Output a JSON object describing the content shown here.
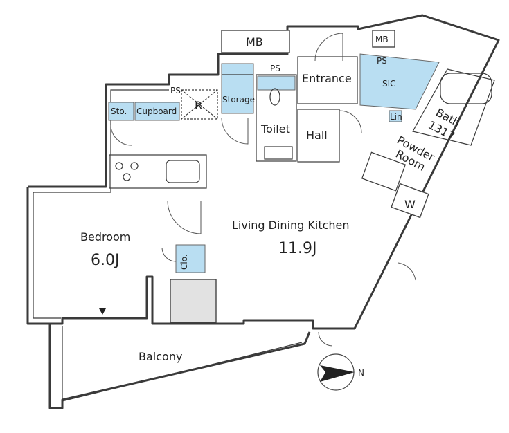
{
  "rooms": {
    "mb_top": "MB",
    "mb_right": "MB",
    "ps_1": "PS",
    "ps_2": "PS",
    "ps_3": "PS",
    "entrance": "Entrance",
    "sic": "SIC",
    "storage": "Storage",
    "toilet": "Toilet",
    "hall": "Hall",
    "sto": "Sto.",
    "cupboard": "Cupboard",
    "refrigerator": "R",
    "lin": "Lin",
    "bath": "Bath",
    "bath_size": "1317",
    "powder_room_1": "Powder",
    "powder_room_2": "Room",
    "washer": "W",
    "bedroom": "Bedroom",
    "bedroom_size": "6.0J",
    "closet": "Clo.",
    "ldk": "Living Dining Kitchen",
    "ldk_size": "11.9J",
    "balcony": "Balcony"
  },
  "compass": {
    "label": "N",
    "icon": "north-arrow-icon"
  },
  "colors": {
    "storage_blue": "#b9def2",
    "wall": "#3a3a3a"
  }
}
